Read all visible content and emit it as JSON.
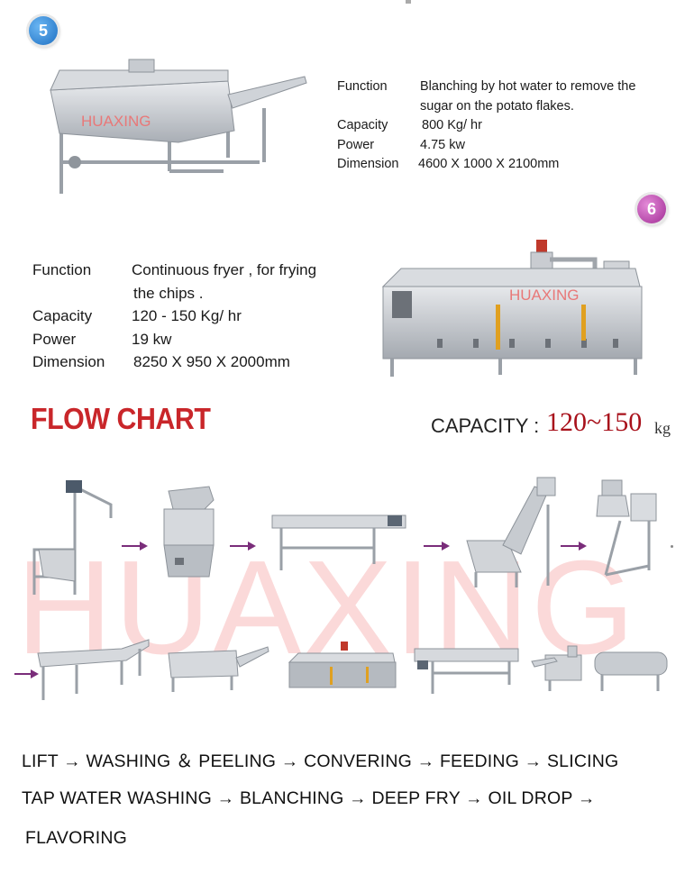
{
  "step5": {
    "number": "5",
    "watermark": "HUAXING",
    "specs": [
      {
        "key": "Function",
        "value": "Blanching by hot water to remove the"
      },
      {
        "key": "",
        "value": "sugar on the potato flakes."
      },
      {
        "key": "Capacity",
        "value": "800 Kg/ hr"
      },
      {
        "key": "Power",
        "value": "4.75 kw"
      },
      {
        "key": "Dimension",
        "value": "4600 X 1000 X 2100mm"
      }
    ]
  },
  "step6": {
    "number": "6",
    "watermark": "HUAXING",
    "specs": [
      {
        "key": "Function",
        "value": "Continuous fryer , for frying"
      },
      {
        "key": "",
        "value": "the chips ."
      },
      {
        "key": "Capacity",
        "value": "120 - 150 Kg/ hr"
      },
      {
        "key": "Power",
        "value": "19 kw"
      },
      {
        "key": "Dimension",
        "value": "8250 X 950 X 2000mm"
      }
    ]
  },
  "flow": {
    "title": "FLOW CHART",
    "capacity_label": "CAPACITY :",
    "capacity_value": "120~150",
    "capacity_unit": "kg",
    "watermark": "HUAXING",
    "line1": "LIFT → WASHING ＆ PEELING  → CONVERING → FEEDING → SLICING",
    "line2": "TAP WATER WASHING → BLANCHING → DEEP FRY → OIL DROP  →",
    "line3": "FLAVORING"
  },
  "colors": {
    "title_red": "#c9262a",
    "capacity_red": "#a8111b",
    "arrow_purple": "#7a2d7a",
    "steel": "#b8bcc2"
  }
}
